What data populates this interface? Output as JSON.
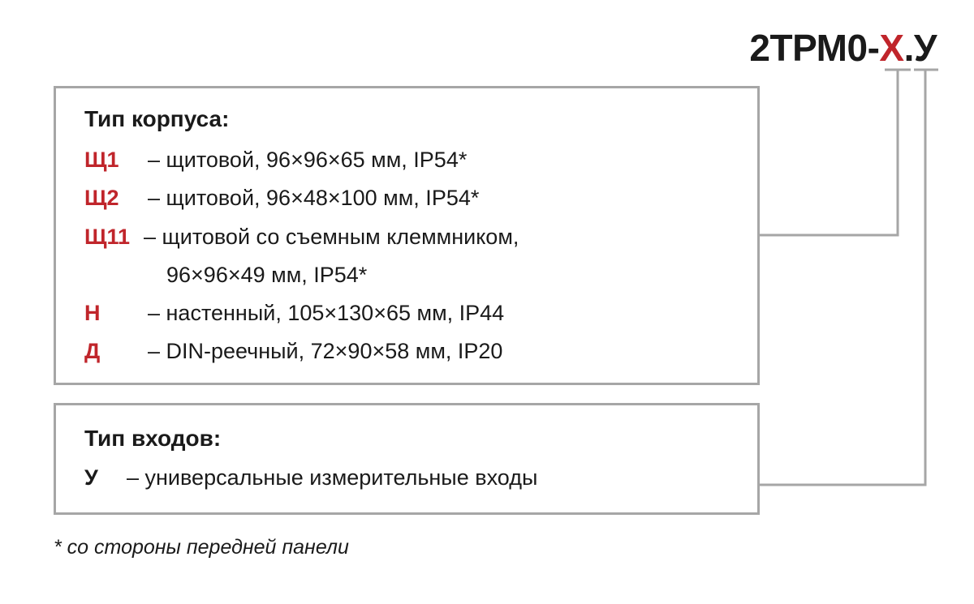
{
  "model": {
    "prefix": "2ТРМ0-",
    "variable": "Х",
    "suffix": ".У"
  },
  "housing": {
    "title": "Тип корпуса:",
    "items": [
      {
        "code": "Щ1",
        "desc": "– щитовой, 96×96×65 мм, IP54*"
      },
      {
        "code": "Щ2",
        "desc": "– щитовой, 96×48×100 мм, IP54*"
      },
      {
        "code": "Щ11",
        "desc": "– щитовой со съемным клеммником,"
      },
      {
        "code": "",
        "desc": "96×96×49 мм, IP54*"
      },
      {
        "code": "Н",
        "desc": "– настенный, 105×130×65 мм, IP44"
      },
      {
        "code": "Д",
        "desc": "– DIN-реечный, 72×90×58 мм, IP20"
      }
    ]
  },
  "inputs": {
    "title": "Тип входов:",
    "items": [
      {
        "code": "У",
        "desc": "– универсальные измерительные входы"
      }
    ]
  },
  "footnote": "* со стороны передней панели",
  "colors": {
    "accent": "#c0252b",
    "border": "#a6a6a6",
    "text": "#1a1a1a"
  }
}
